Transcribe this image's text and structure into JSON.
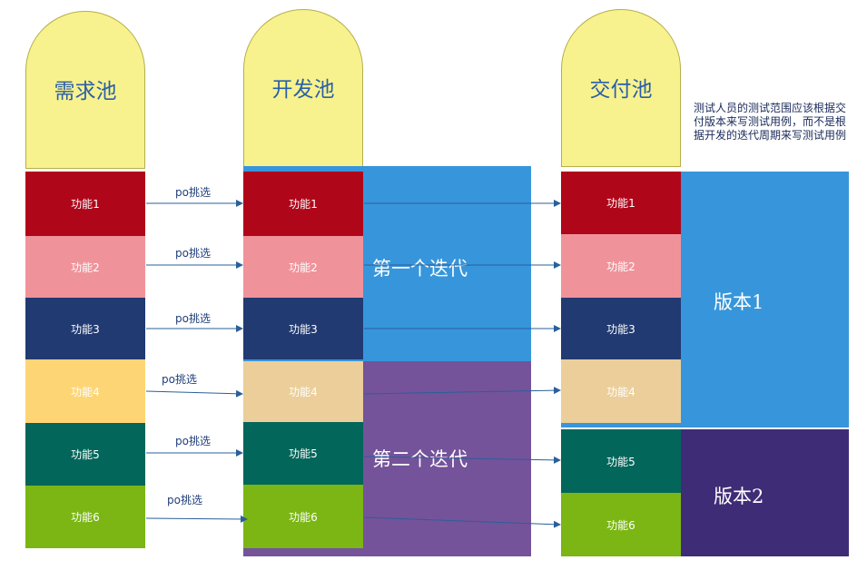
{
  "pools": [
    {
      "title": "需求池"
    },
    {
      "title": "开发池"
    },
    {
      "title": "交付池"
    }
  ],
  "features": [
    {
      "label": "功能1",
      "color": "#b0061a"
    },
    {
      "label": "功能2",
      "color": "#f0929a"
    },
    {
      "label": "功能3",
      "color": "#213a72"
    },
    {
      "label": "功能4",
      "color": "#fdd575",
      "dev_color": "#ebce99",
      "delivery_color": "#ebce99"
    },
    {
      "label": "功能5",
      "color": "#02665a"
    },
    {
      "label": "功能6",
      "color": "#7bb614"
    }
  ],
  "pick_label": "po挑选",
  "iterations": [
    {
      "label": "第一个迭代",
      "color": "#3796db"
    },
    {
      "label": "第二个迭代",
      "color": "#74539a"
    }
  ],
  "releases": [
    {
      "label": "版本1",
      "color": "#3796db"
    },
    {
      "label": "版本2",
      "color": "#3f2c76"
    }
  ],
  "note": "测试人员的测试范围应该根据交付版本来写测试用例，而不是根据开发的迭代周期来写测试用例",
  "colors": {
    "pool_head": "#f8f28e",
    "pool_title": "#2a5fa8",
    "arrow": "#2a5f9a"
  }
}
